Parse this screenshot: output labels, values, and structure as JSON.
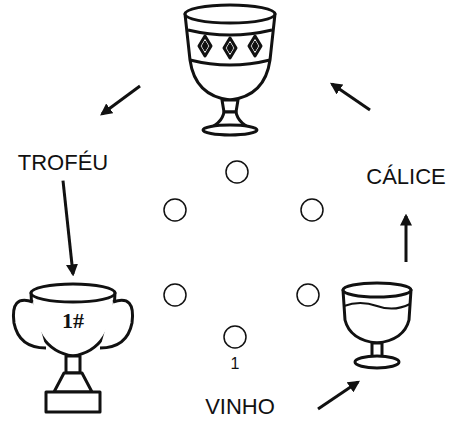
{
  "diagram": {
    "nodes": [
      {
        "text": [
          "TROFÉU"
        ]
      },
      {
        "text": [
          "1#"
        ]
      },
      {
        "text": [
          "VINHO"
        ]
      },
      {
        "text": [
          "CÁLICE"
        ]
      }
    ],
    "edges": [
      {
        "from": 0,
        "to": 1,
        "arrow": "to"
      }
    ],
    "labels": [
      "1"
    ]
  }
}
